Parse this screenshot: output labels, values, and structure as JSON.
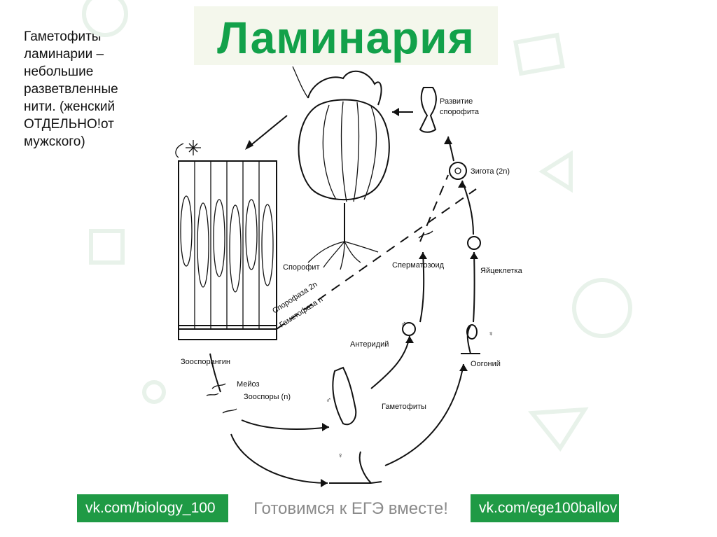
{
  "side_note": {
    "lines": [
      "Гаметофиты",
      "ламинарии –",
      "небольшие",
      "разветвленные",
      "нити. (женский",
      "ОТДЕЛЬНО!от",
      "мужского)"
    ]
  },
  "title": "Ламинария",
  "diagram_labels": {
    "sporophyte_development": [
      "Развитие",
      "спорофита"
    ],
    "zygote": "Зигота (2n)",
    "sperm": "Сперматозоид",
    "egg": "Яйцеклетка",
    "sporophyte": "Спорофит",
    "phase_2n": "Спорофаза 2n",
    "phase_n": "Гаметофаза n",
    "zoosporangium": "Зооспорангин",
    "antheridium": "Антеридий",
    "oogonium": "Оогоний",
    "meiosis": "Мейоз",
    "zoospores": "Зооспоры (n)",
    "gametophytes": "Гаметофиты",
    "male_symbol": "♂",
    "female_symbol": "♀"
  },
  "footer": {
    "left_link": "vk.com/biology_100",
    "center_text": "Готовимся к ЕГЭ вместе!",
    "right_link": "vk.com/ege100ballov",
    "accent": "#1f9a45"
  }
}
